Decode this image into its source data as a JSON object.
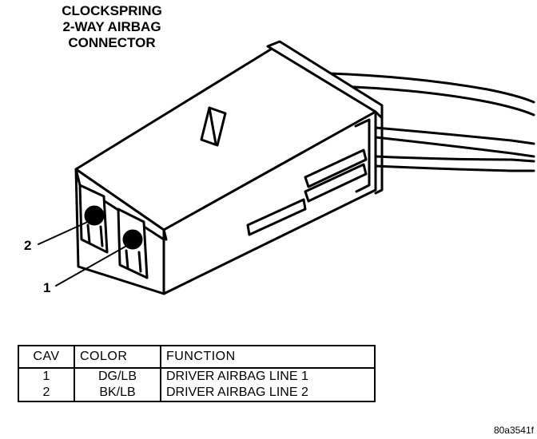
{
  "title": {
    "line1": "CLOCKSPRING",
    "line2": "2-WAY AIRBAG",
    "line3": "CONNECTOR"
  },
  "callouts": {
    "pin2": "2",
    "pin1": "1"
  },
  "table": {
    "headers": {
      "cav": "CAV",
      "color": "COLOR",
      "function": "FUNCTION"
    },
    "rows": [
      {
        "cav": "1",
        "color": "DG/LB",
        "function": "DRIVER AIRBAG LINE 1"
      },
      {
        "cav": "2",
        "color": "BK/LB",
        "function": "DRIVER AIRBAG LINE 2"
      }
    ]
  },
  "figure_id": "80a3541f"
}
